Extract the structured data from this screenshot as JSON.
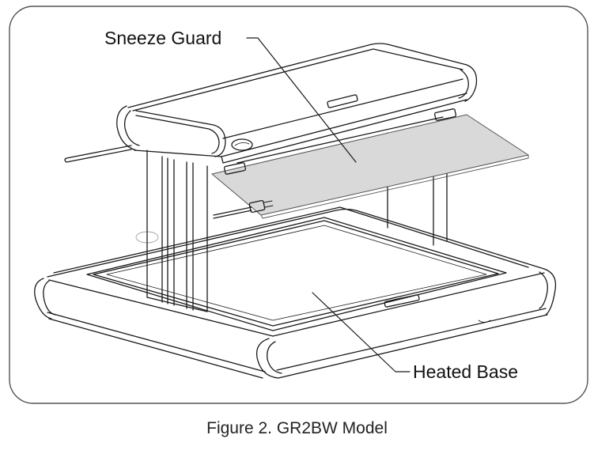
{
  "figure": {
    "caption": "Figure 2. GR2BW Model",
    "callouts": {
      "sneeze_guard": "Sneeze Guard",
      "heated_base": "Heated Base"
    }
  },
  "colors": {
    "line": "#1a1a1a",
    "glass": "#d9d9d9",
    "frame": "#555555",
    "background": "#ffffff"
  }
}
